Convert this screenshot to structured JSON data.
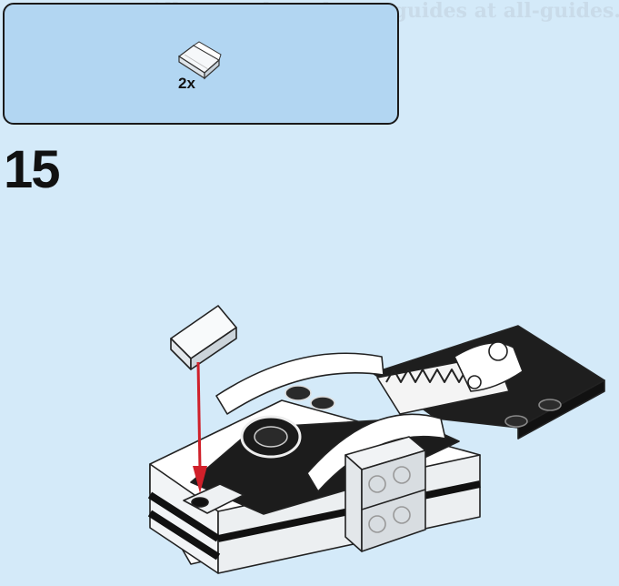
{
  "watermark": {
    "text": "All manuals and user guides at all-guides.co"
  },
  "parts_callout": {
    "parts": [
      {
        "icon": "clear-slope-brick-icon",
        "quantity": "2x"
      }
    ]
  },
  "step": {
    "number": "15"
  },
  "model": {
    "icon": "assembly-model-icon",
    "arrow_color": "#d0202a"
  },
  "colors": {
    "background": "#d4eaf9",
    "callout_fill": "#b2d6f2",
    "arrow": "#d0202a"
  }
}
